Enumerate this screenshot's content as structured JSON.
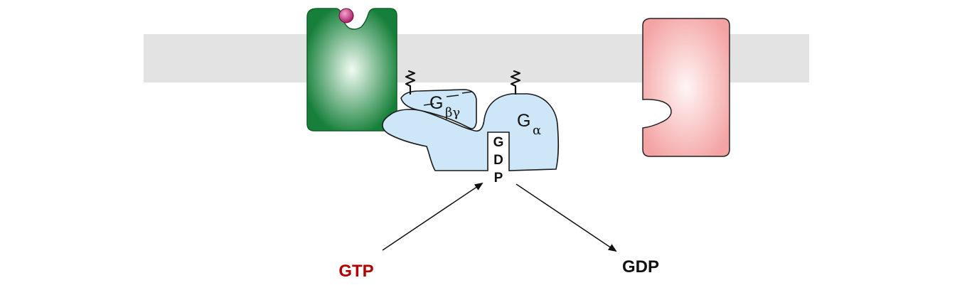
{
  "labels": {
    "g_beta_gamma_main": "G",
    "g_beta_gamma_sub": "βγ",
    "g_alpha_main": "G",
    "g_alpha_sub": "α",
    "bound_nucleotide": [
      "G",
      "D",
      "P"
    ],
    "incoming": "GTP",
    "outgoing": "GDP"
  },
  "colors": {
    "membrane": "#e3e3e3",
    "receptor_dark": "#16803a",
    "receptor_light": "#f2fbf4",
    "ligand": "#a3125e",
    "g_protein_fill": "#cde7f8",
    "g_protein_stroke": "#1a1a1a",
    "effector_edge": "#f4a3a3",
    "effector_center": "#fff5f5",
    "gtp_text": "#b30000",
    "gdp_text": "#111111",
    "arrow": "#111111"
  },
  "icons": {
    "lipid_anchor": "squiggle-lipid-tail-icon",
    "ligand": "ligand-sphere-icon"
  }
}
